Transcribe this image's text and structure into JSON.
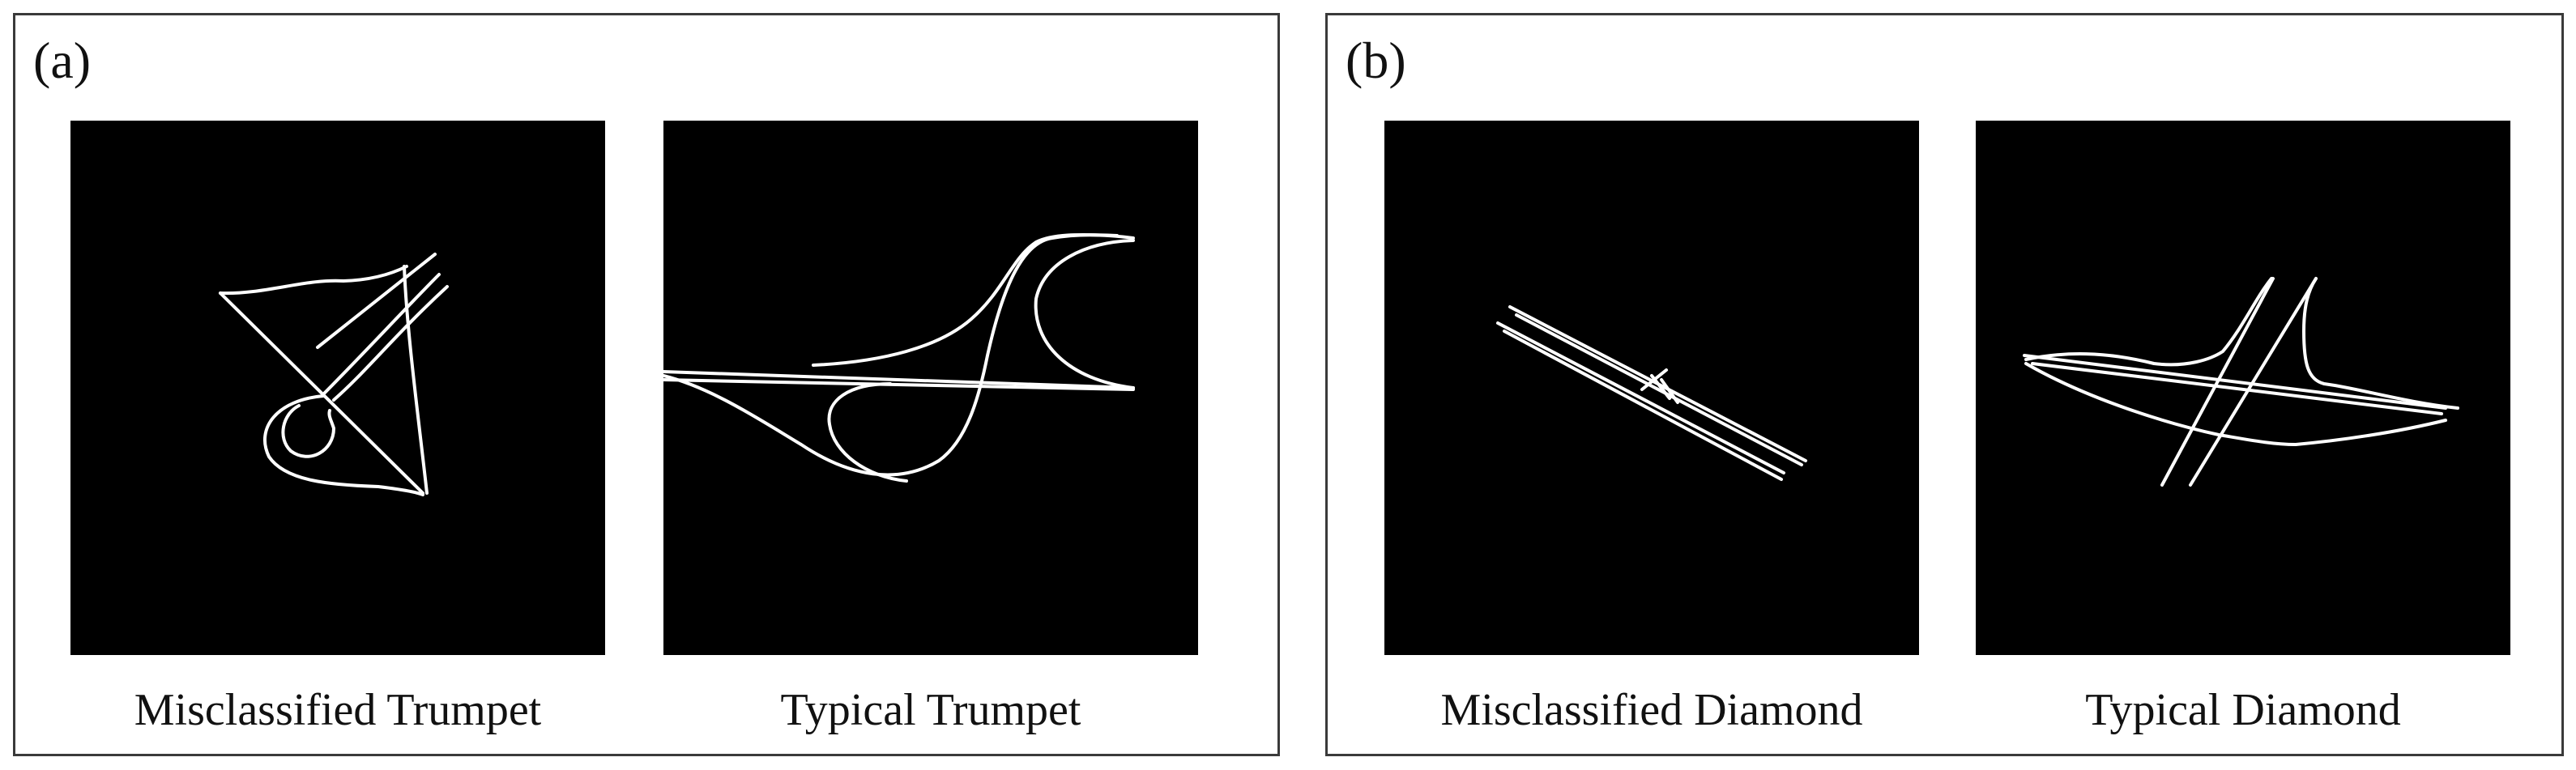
{
  "panels": [
    {
      "letter": "(a)",
      "items": [
        {
          "caption": "Misclassified Trumpet"
        },
        {
          "caption": "Typical Trumpet"
        }
      ]
    },
    {
      "letter": "(b)",
      "items": [
        {
          "caption": "Misclassified Diamond"
        },
        {
          "caption": "Typical Diamond"
        }
      ]
    }
  ],
  "colors": {
    "image_background": "#000000",
    "road_lines": "#ffffff",
    "panel_border": "#3a3a3a"
  }
}
